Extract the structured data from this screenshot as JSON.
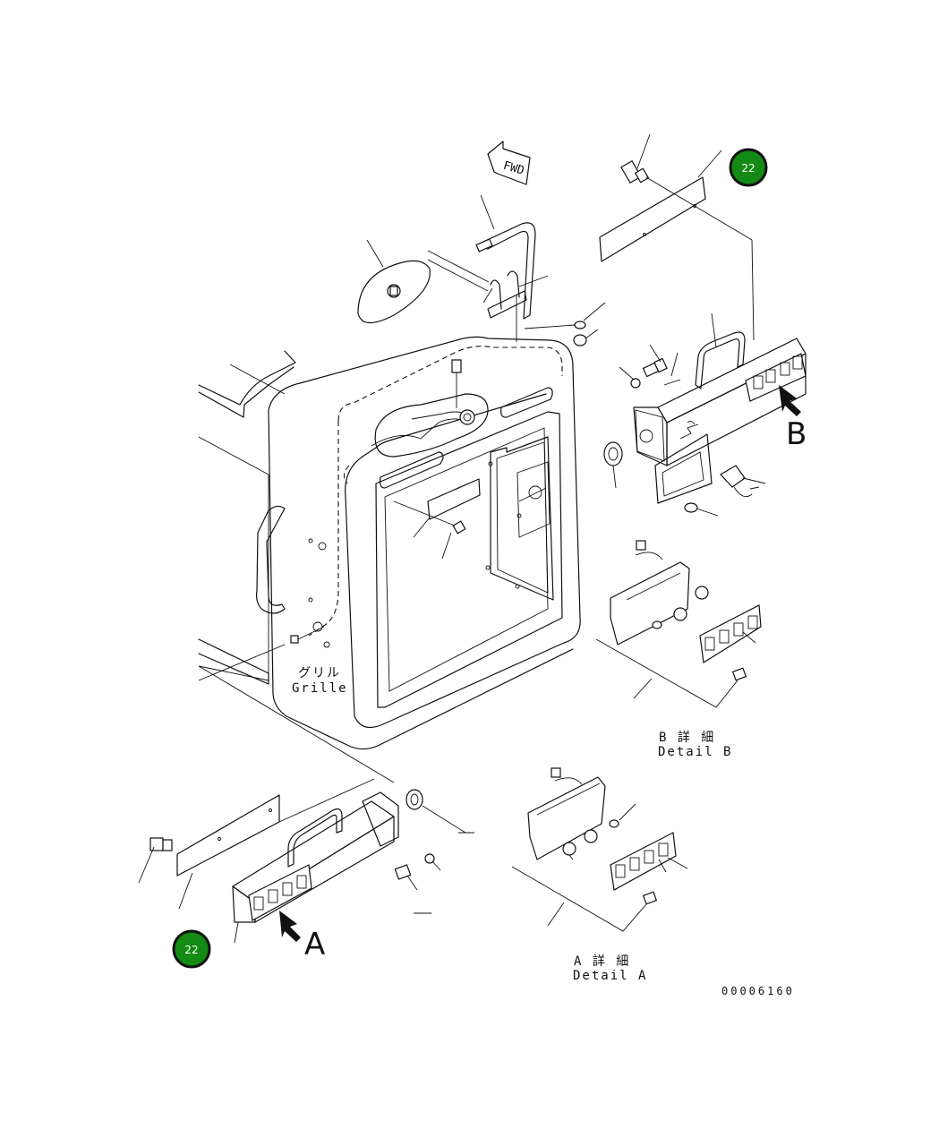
{
  "drawing": {
    "fwd_label": "FWD",
    "grille_label_jp": "グリル",
    "grille_label_en": "Grille",
    "callout_a": "A",
    "callout_b": "B",
    "detail_b_jp": "B 詳 細",
    "detail_b_en": "Detail B",
    "detail_a_jp": "A 詳 細",
    "detail_a_en": "Detail A",
    "drawing_number": "00006160"
  },
  "badges": [
    {
      "label": "22",
      "color": "#138a13"
    },
    {
      "label": "22",
      "color": "#138a13"
    }
  ]
}
